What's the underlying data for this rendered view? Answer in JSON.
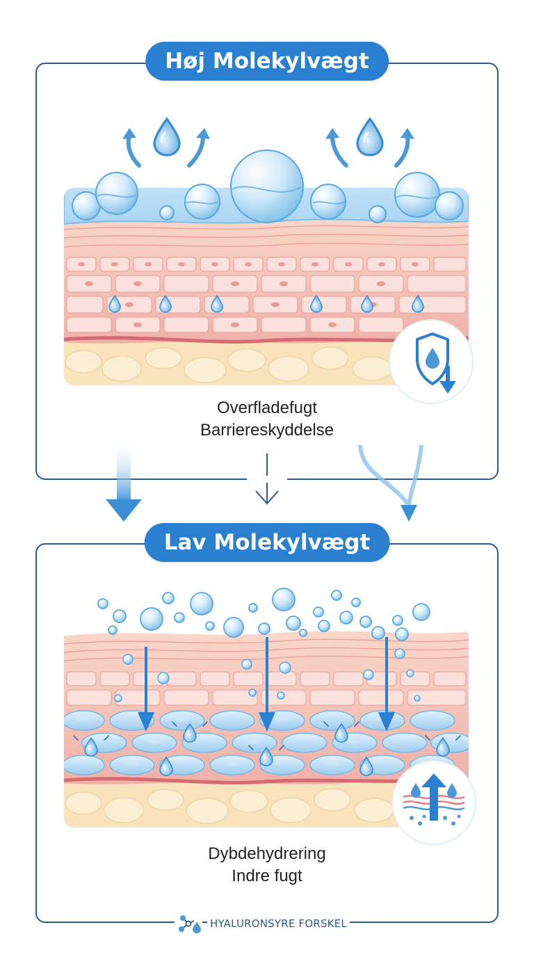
{
  "top": {
    "title": "Høj Molekylvægt",
    "caption_line1": "Overfladefugt",
    "caption_line2": "Barriereskyddelse",
    "badge_icon": "shield-water-drop-down-arrow-icon"
  },
  "bottom": {
    "title": "Lav Molekylvægt",
    "caption_line1": "Dybdehydrering",
    "caption_line2": "Indre fugt",
    "badge_icon": "deep-hydration-up-arrow-icon"
  },
  "footer": {
    "label": "HYALURONSYRE FORSKEL",
    "icon": "molecule-drop-icon"
  },
  "colors": {
    "primary_blue": "#2a7fd0",
    "frame_navy": "#2c5a86",
    "skin_pink": "#f2b1a8",
    "fat_cream": "#f8e3bd",
    "water_blue": "#bfe0f5"
  }
}
